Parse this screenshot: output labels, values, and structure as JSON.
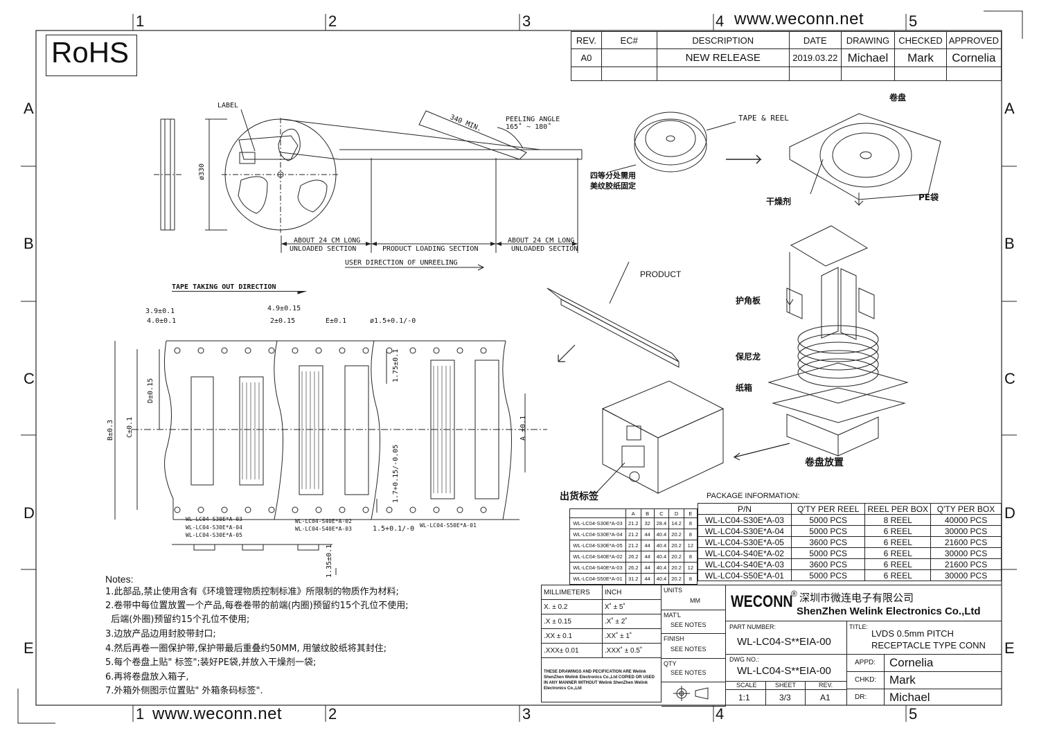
{
  "website": "www.weconn.net",
  "rohs": "RoHS",
  "grid_numbers": [
    "1",
    "2",
    "3",
    "4",
    "5"
  ],
  "grid_letters": [
    "A",
    "B",
    "C",
    "D",
    "E"
  ],
  "revision_table": {
    "headers": [
      "REV.",
      "EC#",
      "DESCRIPTION",
      "DATE",
      "DRAWING",
      "CHECKED",
      "APPROVED"
    ],
    "row": [
      "A0",
      "",
      "NEW RELEASE",
      "2019.03.22",
      "Michael",
      "Mark",
      "Cornelia"
    ]
  },
  "reel_drawing": {
    "label": "LABEL",
    "diameter": "ø330",
    "min_len": "340 MIN.",
    "peeling_angle": "PEELING ANGLE",
    "peeling_range": "165˚ ~ 180˚",
    "about_left": "ABOUT 24 CM LONG",
    "unloaded_left": "UNLOADED SECTION",
    "product_loading": "PRODUCT LOADING SECTION",
    "about_right": "ABOUT 24 CM LONG",
    "unloaded_right": "UNLOADED SECTION",
    "user_direction": "USER DIRECTION OF UNREELING"
  },
  "tape_drawing": {
    "direction": "TAPE TAKING OUT DIRECTION",
    "d_39": "3.9±0.1",
    "d_40": "4.0±0.1",
    "d_49": "4.9±0.15",
    "d_2": "2±0.15",
    "d_e": "E±0.1",
    "d_hole": "ø1.5+0.1/-0",
    "d_175": "1.75±0.1",
    "d_d": "D±0.15",
    "d_c": "C±0.1",
    "d_b": "B±0.3",
    "d_a": "A ±0.1",
    "d_17": "1.7+0.15/-0.05",
    "d_15": "1.5+0.1/-0",
    "d_135": "1.35±0.1",
    "group1": [
      "WL-LC04-S30E*A-03",
      "WL-LC04-S30E*A-04",
      "WL-LC04-S30E*A-05"
    ],
    "group2": [
      "WL-LC04-S40E*A-02",
      "WL-LC04-S40E*A-03"
    ],
    "group3": [
      "WL-LC04-S50E*A-01"
    ]
  },
  "dim_table": {
    "headers": [
      "",
      "A",
      "B",
      "C",
      "D",
      "E"
    ],
    "rows": [
      [
        "WL-LC04-S30E*A-03",
        "21.2",
        "32",
        "28.4",
        "14.2",
        "8"
      ],
      [
        "WL-LC04-S30E*A-04",
        "21.2",
        "44",
        "40.4",
        "20.2",
        "8"
      ],
      [
        "WL-LC04-S30E*A-05",
        "21.2",
        "44",
        "40.4",
        "20.2",
        "12"
      ],
      [
        "WL-LC04-S40E*A-02",
        "26.2",
        "44",
        "40.4",
        "20.2",
        "8"
      ],
      [
        "WL-LC04-S40E*A-03",
        "26.2",
        "44",
        "40.4",
        "20.2",
        "12"
      ],
      [
        "WL-LC04-S50E*A-01",
        "31.2",
        "44",
        "40.4",
        "20.2",
        "8"
      ]
    ]
  },
  "package_info": {
    "title": "PACKAGE INFORMATION:",
    "headers": [
      "P/N",
      "Q'TY PER REEL",
      "REEL PER BOX",
      "Q'TY PER BOX"
    ],
    "rows": [
      [
        "WL-LC04-S30E*A-03",
        "5000 PCS",
        "8 REEL",
        "40000 PCS"
      ],
      [
        "WL-LC04-S30E*A-04",
        "5000 PCS",
        "6 REEL",
        "30000 PCS"
      ],
      [
        "WL-LC04-S30E*A-05",
        "3600 PCS",
        "6 REEL",
        "21600 PCS"
      ],
      [
        "WL-LC04-S40E*A-02",
        "5000 PCS",
        "6 REEL",
        "30000 PCS"
      ],
      [
        "WL-LC04-S40E*A-03",
        "3600 PCS",
        "6 REEL",
        "21600 PCS"
      ],
      [
        "WL-LC04-S50E*A-01",
        "5000 PCS",
        "6 REEL",
        "30000 PCS"
      ]
    ]
  },
  "packaging_labels": {
    "tape_reel": "TAPE & REEL",
    "reel_cn": "卷盘",
    "fix_cn_1": "四等分处需用",
    "fix_cn_2": "美纹胶纸固定",
    "desiccant": "干燥剂",
    "pe_bag": "PE袋",
    "product": "PRODUCT",
    "corner_board": "护角板",
    "nylon": "保尼龙",
    "carton": "纸箱",
    "reel_place": "卷盘放置",
    "ship_label": "出货标签"
  },
  "notes": {
    "title": "Notes:",
    "lines": [
      "1.此部品,禁止使用含有《环境管理物质控制标准》所限制的物质作为材料;",
      "2.卷带中每位置放置一个产品,每卷卷带的前端(内圈)预留约15个孔位不使用;",
      "  后端(外圈)预留约15个孔位不使用;",
      "3.边放产品边用封胶带封口;",
      "4.然后再卷一圈保护带,保护带最后重叠约50MM, 用皱纹胶纸将其封住;",
      "5.每个卷盘上贴\" 标签\";装好PE袋,并放入干燥剂一袋;",
      "6.再将卷盘放入箱子,",
      "7.外箱外侧图示位置贴\" 外箱条码标签\"."
    ]
  },
  "tolerance": {
    "mm_header": "MILLIMETERS",
    "inch_header": "INCH",
    "rows": [
      [
        "X.  ± 0.2",
        "X˚  ± 5˚"
      ],
      [
        ".X  ± 0.15",
        ".X˚  ± 2˚"
      ],
      [
        ".XX ± 0.1",
        ".XX˚  ± 1˚"
      ],
      [
        ".XXX± 0.01",
        ".XXX˚ ± 0.5˚"
      ]
    ],
    "disclaimer": "THESE DRAWINGS AND PECIFICATION ARE Welink ShenZhen Welink Electronics Co.,Ltd COPIED OR USED IN ANY MANNER WITHOUT Welink ShenZhen Welink Electronics Co.,Ltd"
  },
  "units_block": {
    "units_label": "UNITS",
    "units_value": "MM",
    "matl_label": "MAT'L",
    "matl_value": "SEE NOTES",
    "finish_label": "FINISH",
    "finish_value": "SEE NOTES",
    "qty_label": "QTY",
    "qty_value": "SEE NOTES"
  },
  "title_block": {
    "brand": "WECONN",
    "company_cn": "深圳市微连电子有限公司",
    "company_en": "ShenZhen Welink Electronics Co.,Ltd",
    "part_label": "PART NUMBER:",
    "part_value": "WL-LC04-S**EIA-00",
    "title_label": "TITLE:",
    "title_line1": "LVDS 0.5mm PITCH",
    "title_line2": "RECEPTACLE TYPE CONN",
    "dwg_label": "DWG NO.:",
    "dwg_value": "WL-LC04-S**EIA-00",
    "appd_label": "APPD:",
    "appd_value": "Cornelia",
    "chkd_label": "CHKD:",
    "chkd_value": "Mark",
    "dr_label": "DR:",
    "dr_value": "Michael",
    "scale_label": "SCALE",
    "scale_value": "1:1",
    "sheet_label": "SHEET",
    "sheet_value": "3/3",
    "rev_label": "REV.",
    "rev_value": "A1"
  }
}
